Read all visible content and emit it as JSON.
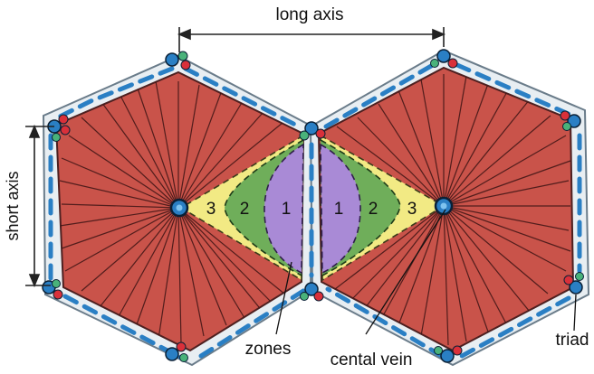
{
  "labels": {
    "long_axis": "long axis",
    "short_axis": "short axis",
    "zones": "zones",
    "central_vein": "cental vein",
    "triad": "triad"
  },
  "zone_numbers": {
    "left": [
      "3",
      "2",
      "1"
    ],
    "right": [
      "1",
      "2",
      "3"
    ]
  },
  "colors": {
    "lobule_red": "#c9534a",
    "zone_3_yellow": "#f2ea84",
    "zone_2_green": "#6fae5a",
    "zone_1_purple": "#a98ad6",
    "septum": "#e8eef2",
    "vessel_blue": "#2a7fc4",
    "triad_red": "#d9303a",
    "triad_green": "#49b27a"
  }
}
